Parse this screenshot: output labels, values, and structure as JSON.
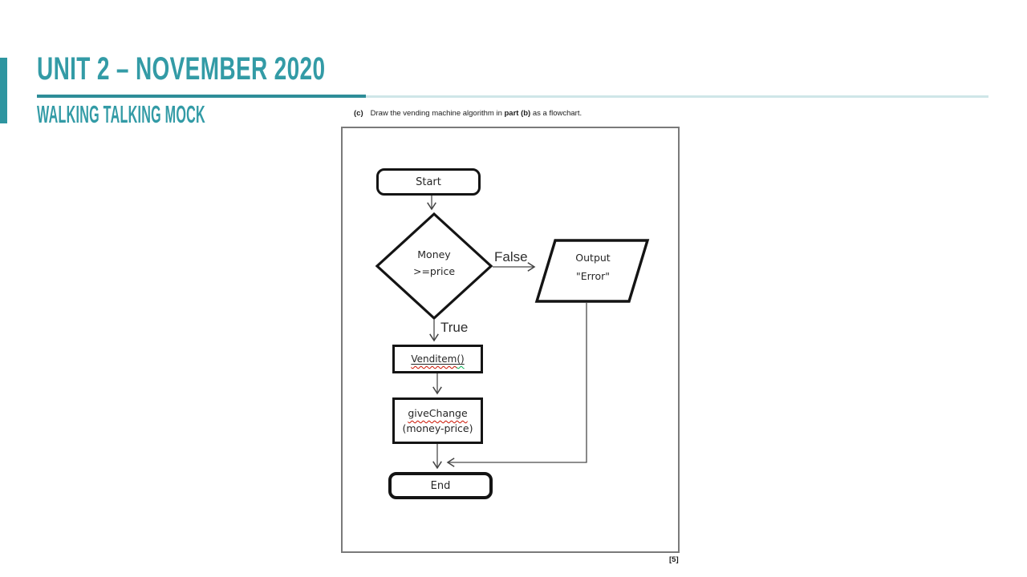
{
  "slide": {
    "title": "UNIT 2 – NOVEMBER 2020",
    "subtitle": "WALKING TALKING MOCK",
    "colors": {
      "accent_teal": "#339BA6",
      "accent_bar": "#2E95A0",
      "rule_dark": "#2D8D98",
      "rule_light": "#CFE6E8",
      "squiggle_red": "#cc1100",
      "squiggle_green": "#00b050",
      "flow_border": "#7a7a7a"
    }
  },
  "question": {
    "label": "(c)",
    "text_before": "Draw the vending machine algorithm in ",
    "text_bold": "part (b)",
    "text_after": " as a flowchart.",
    "marks": "[5]"
  },
  "flowchart": {
    "start_label": "Start",
    "decision": {
      "line1": "Money",
      "line2": ">=price"
    },
    "branch_false": "False",
    "branch_true": "True",
    "output": {
      "line1": "Output",
      "line2": "\"Error\""
    },
    "process1": {
      "word": "Venditem",
      "parens": "()"
    },
    "process2": {
      "line1": "giveChange",
      "line2": "(money-price)"
    },
    "end_label": "End"
  }
}
